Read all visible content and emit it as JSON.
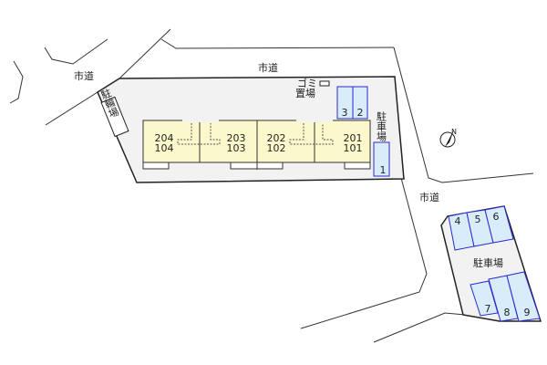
{
  "roads": {
    "label_top": "市道",
    "label_left": "市道",
    "label_right": "市道"
  },
  "bicycle_parking": "駐輪場",
  "garbage": {
    "line1": "ゴミ",
    "line2": "置場"
  },
  "parking_label_main": "駐車場",
  "parking_label_lower": "駐車場",
  "units": [
    {
      "upper": "204",
      "lower": "104"
    },
    {
      "upper": "203",
      "lower": "103"
    },
    {
      "upper": "202",
      "lower": "102"
    },
    {
      "upper": "201",
      "lower": "101"
    }
  ],
  "parking_spaces": [
    "1",
    "2",
    "3",
    "4",
    "5",
    "6",
    "7",
    "8",
    "9"
  ],
  "compass": {
    "label": "N",
    "icon": "north-arrow-icon"
  },
  "colors": {
    "lot": "#f2f2f2",
    "building": "#fbf8cc",
    "parking": "#d8ecfa",
    "parking_border": "#2a2ad0"
  }
}
